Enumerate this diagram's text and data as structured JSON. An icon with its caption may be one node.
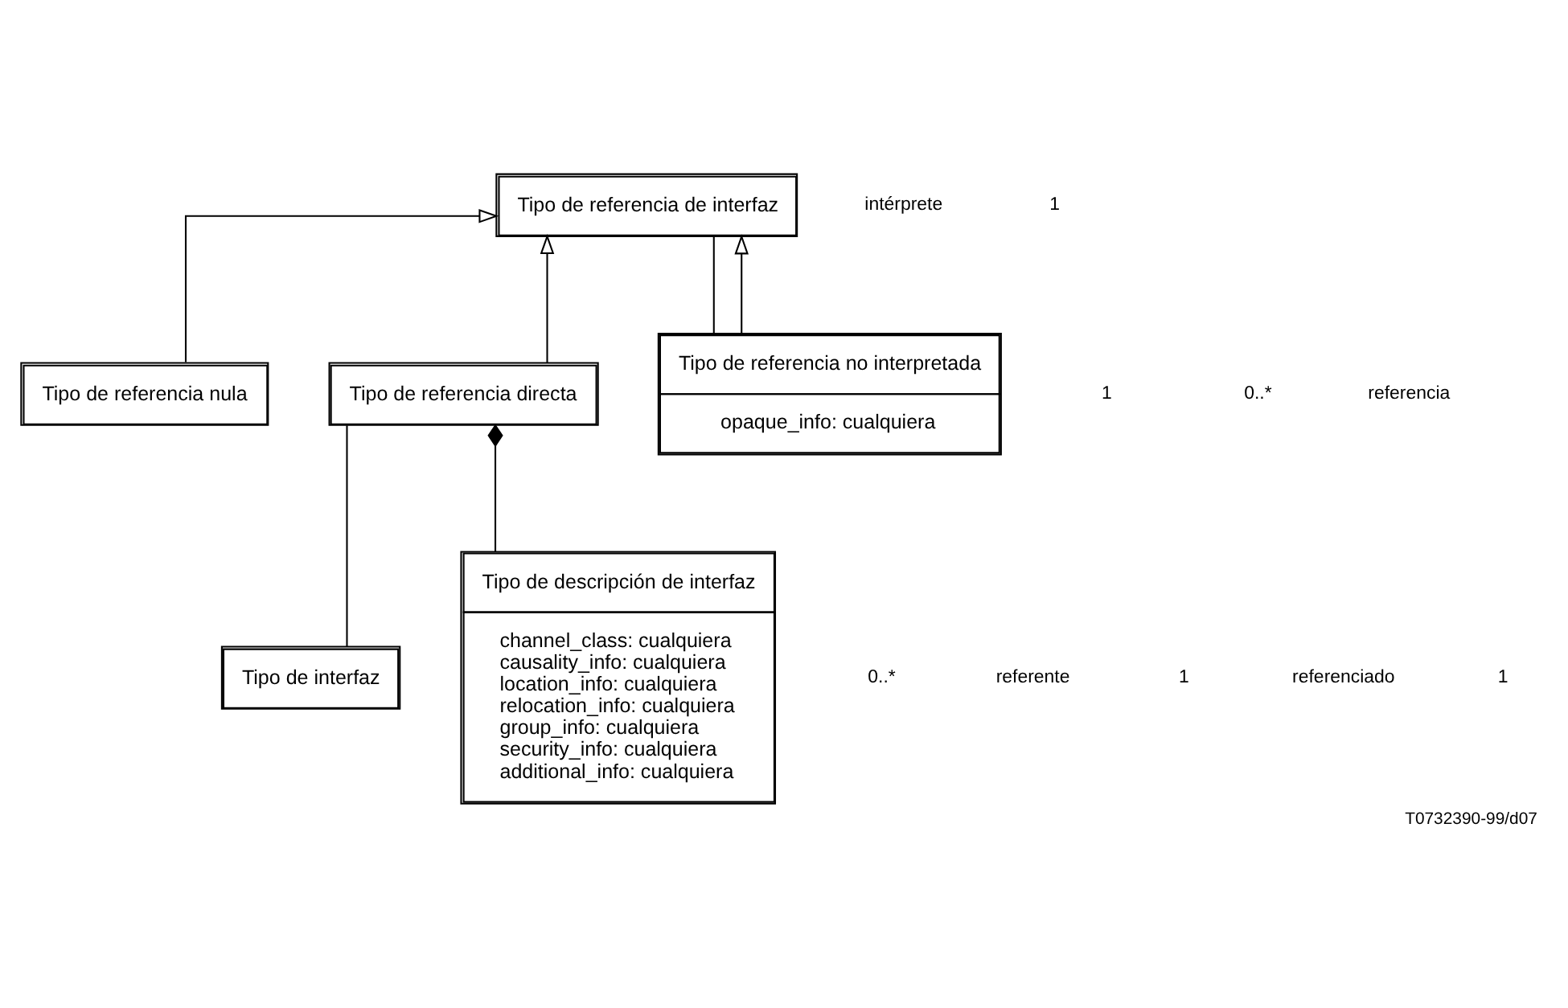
{
  "diagram": {
    "caption": "T0732390-99/d07",
    "nodes": [
      {
        "text": [
          "Tipo de referencia de interfaz"
        ]
      },
      {
        "text": [
          "Tipo de referencia nula"
        ]
      },
      {
        "text": [
          "Tipo de referencia directa"
        ]
      },
      {
        "text": [
          "Tipo de referencia no interpretada",
          "opaque_info: cualquiera"
        ]
      },
      {
        "text": [
          "Tipo de interfaz"
        ]
      },
      {
        "text": [
          "Tipo de descripción de interfaz",
          "channel_class: cualquiera",
          "causality_info: cualquiera",
          "location_info: cualquiera",
          "relocation_info: cualquiera",
          "group_info: cualquiera",
          "security_info: cualquiera",
          "additional_info: cualquiera"
        ]
      }
    ],
    "edges": [
      {
        "from": 1,
        "to": 0,
        "arrow": "to"
      },
      {
        "from": 2,
        "to": 0,
        "arrow": "to"
      },
      {
        "from": 3,
        "to": 0,
        "arrow": "to"
      },
      {
        "from": 0,
        "to": 3,
        "arrow": "none"
      },
      {
        "from": 2,
        "to": 4,
        "arrow": "none"
      },
      {
        "from": 2,
        "to": 5,
        "arrow": "other"
      }
    ],
    "labels": [
      "intérprete",
      "1",
      "0..*",
      "referencia",
      "0..*",
      "referente",
      "1",
      "1",
      "referenciado",
      "1"
    ]
  }
}
